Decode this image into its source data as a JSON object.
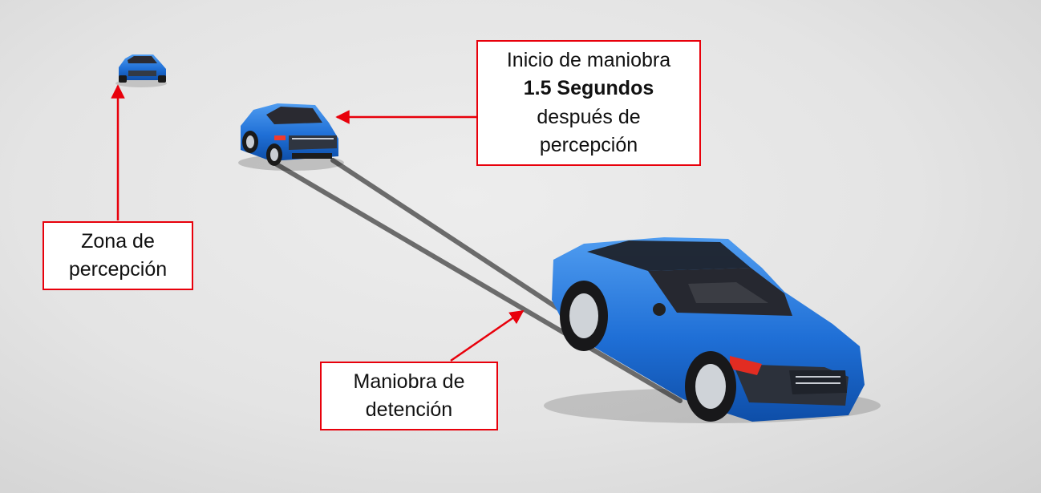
{
  "labels": {
    "inicio": {
      "line1": "Inicio de maniobra",
      "line2": "1.5 Segundos",
      "line3": "después de",
      "line4": "percepción"
    },
    "zona": {
      "line1": "Zona de",
      "line2": "percepción"
    },
    "maniobra": {
      "line1": "Maniobra de",
      "line2": "detención"
    }
  },
  "colors": {
    "car": "#1f6fd6",
    "arrow": "#e8000b",
    "track": "#6b6b6b"
  }
}
